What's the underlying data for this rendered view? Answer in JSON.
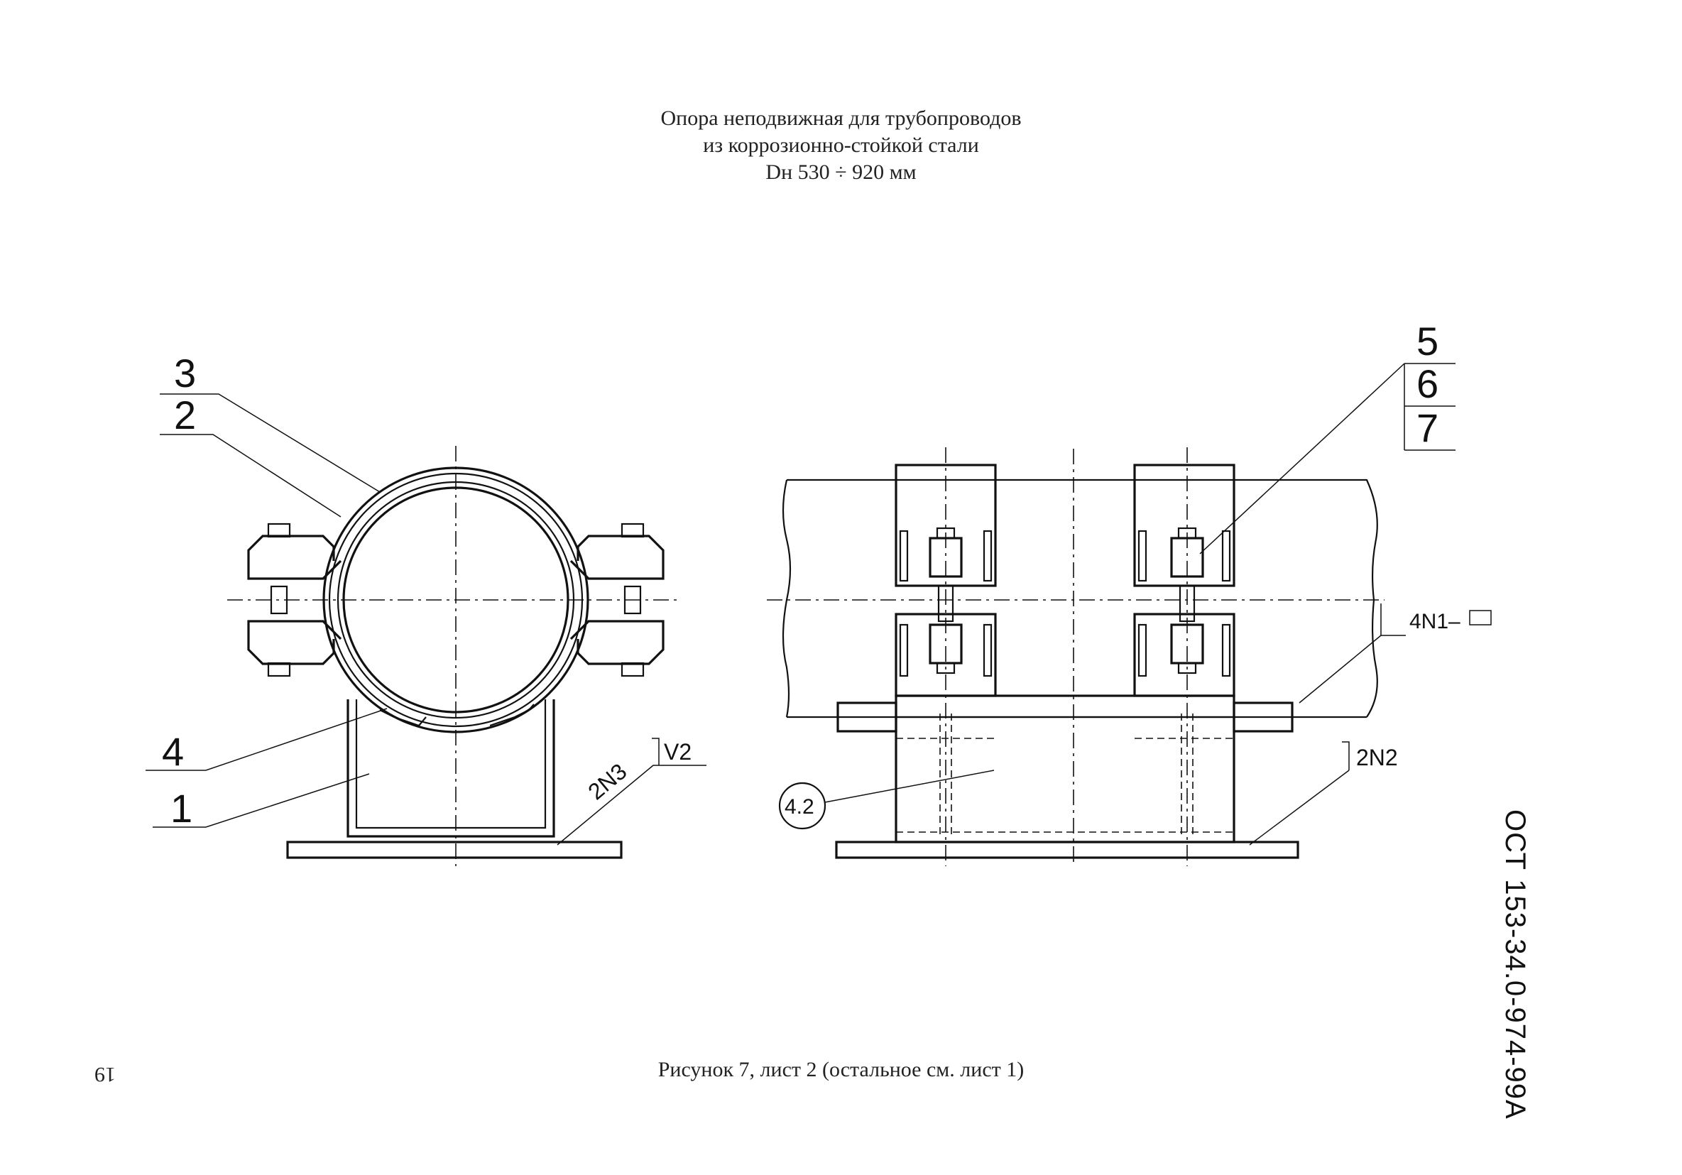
{
  "title": {
    "line1": "Опора неподвижная для трубопроводов",
    "line2": "из коррозионно-стойкой стали",
    "line3": "Dн 530 ÷ 920 мм"
  },
  "caption": "Рисунок 7, лист 2 (остальное см. лист 1)",
  "page_number": "19",
  "document_code": "ОСТ 153-34.0-974-99А",
  "callouts": {
    "p1": "1",
    "p2": "2",
    "p3": "3",
    "p4": "4",
    "p5": "5",
    "p6": "6",
    "p7": "7",
    "p42": "4.2",
    "weld_2n3": "2N3",
    "weld_v2": "V2",
    "weld_2n2": "2N2",
    "weld_4n1": "4N1–"
  }
}
